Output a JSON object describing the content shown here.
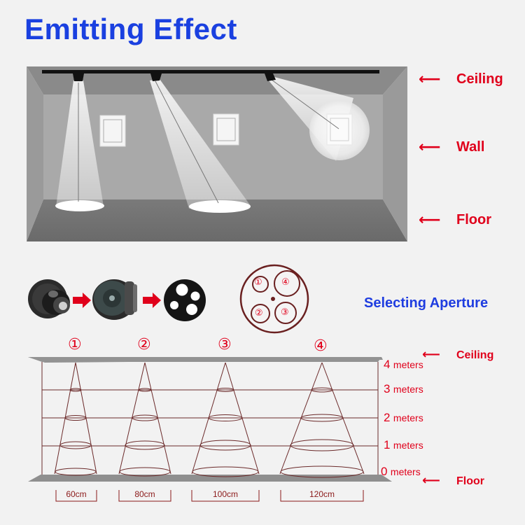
{
  "title": "Emitting Effect",
  "room_labels": {
    "ceiling": "Ceiling",
    "wall": "Wall",
    "floor": "Floor"
  },
  "aperture": {
    "title": "Selecting Aperture",
    "disc_numbers": [
      "①",
      "④",
      "②",
      "③"
    ]
  },
  "beam_diagram": {
    "column_numbers": [
      "①",
      "②",
      "③",
      "④"
    ],
    "heights": [
      {
        "n": "4",
        "unit": "meters"
      },
      {
        "n": "3",
        "unit": "meters"
      },
      {
        "n": "2",
        "unit": "meters"
      },
      {
        "n": "1",
        "unit": "meters"
      },
      {
        "n": "0",
        "unit": "meters"
      }
    ],
    "widths": [
      "60cm",
      "80cm",
      "100cm",
      "120cm"
    ],
    "ceiling": "Ceiling",
    "floor": "Floor"
  },
  "colors": {
    "title": "#1a40e0",
    "label": "#e0001b",
    "accent_blue": "#1f3de0"
  }
}
